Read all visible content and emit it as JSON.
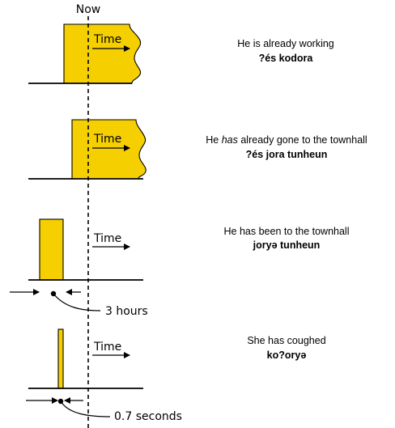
{
  "now_label": "Now",
  "time_label": "Time",
  "panels": [
    {
      "id": "progressive",
      "gloss": "He is already working",
      "gloss_parts": [
        "He is already working"
      ],
      "translation": "?és kodora"
    },
    {
      "id": "perfect-ongoing",
      "gloss_parts": [
        "He ",
        "has",
        " already gone to the townhall"
      ],
      "translation": "?és jora tunheun"
    },
    {
      "id": "experiential-long",
      "gloss_parts": [
        "He has been to the townhall"
      ],
      "translation": "joryə tunheun",
      "duration": "3 hours"
    },
    {
      "id": "experiential-short",
      "gloss_parts": [
        "She has coughed"
      ],
      "translation": "ko?oryə",
      "duration": "0.7 seconds"
    }
  ],
  "colors": {
    "event_fill": "#F5CF00",
    "line": "#000000"
  }
}
